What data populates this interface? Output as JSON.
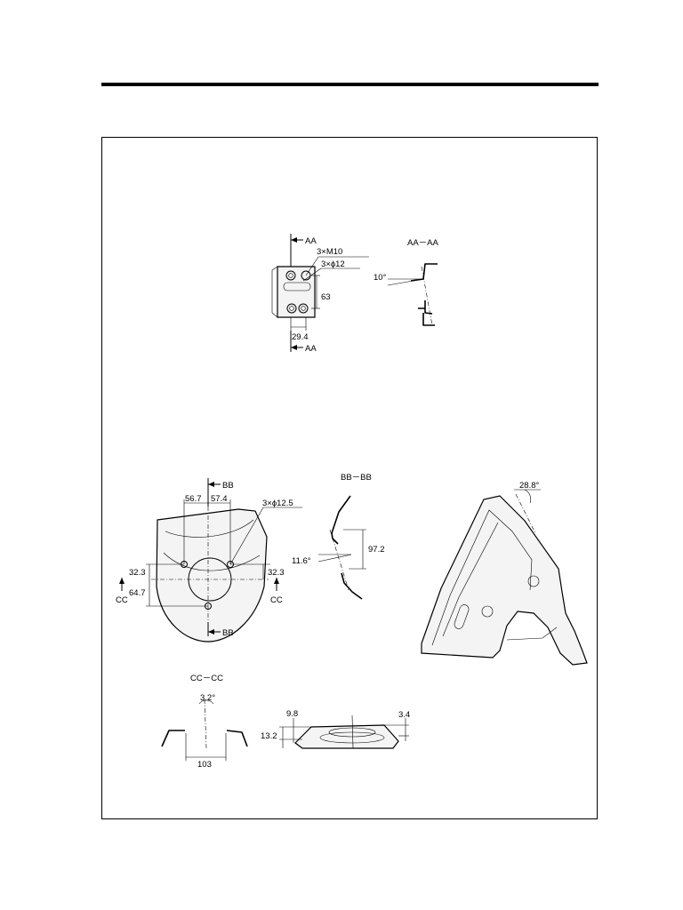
{
  "detail_aa": {
    "section_mark_top": "AA",
    "section_mark_bottom": "AA",
    "thread_callout": "3×M10",
    "hole_callout": "3×ϕ12",
    "dim_vertical": "63",
    "dim_horizontal": "29.4"
  },
  "section_aa": {
    "title": "AA－AA",
    "angle": "10°"
  },
  "detail_bb": {
    "section_mark_top": "BB",
    "section_mark_bottom": "BB",
    "dim_left": "56.7",
    "dim_right": "57.4",
    "hole_callout": "3×ϕ12.5",
    "dim_left_upper": "32.3",
    "dim_left_lower": "64.7",
    "dim_right_upper": "32.3",
    "section_mark_left": "CC",
    "section_mark_right": "CC"
  },
  "section_bb": {
    "title": "BB－BB",
    "dim_vertical": "97.2",
    "angle": "11.6°"
  },
  "iso_view": {
    "angle": "28.8°"
  },
  "section_cc": {
    "title": "CC－CC",
    "angle": "3.2°",
    "dim_width": "103"
  },
  "side_view": {
    "dim_upper_left": "9.8",
    "dim_height": "13.2",
    "dim_right": "3.4"
  }
}
